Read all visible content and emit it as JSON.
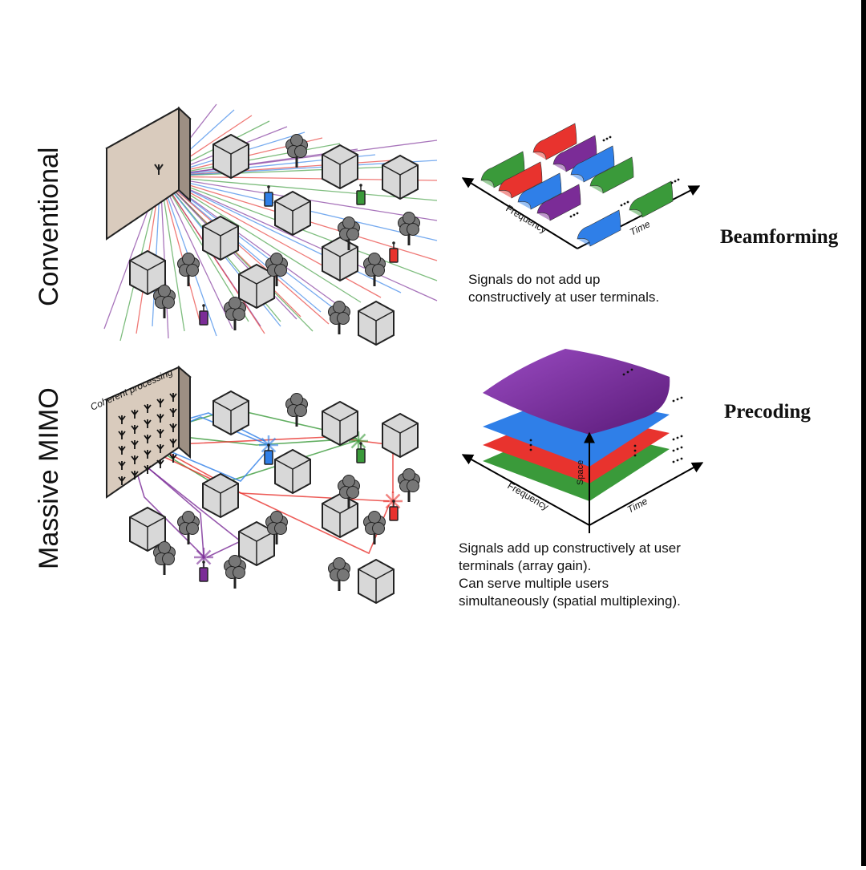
{
  "rows": {
    "conventional": {
      "label": "Conventional",
      "heading": "Beamforming",
      "caption": [
        "Signals do not add up",
        "constructively at user terminals."
      ]
    },
    "massive": {
      "label": "Massive MIMO",
      "array_label": "Coherent processing",
      "heading": "Precoding",
      "caption": [
        "Signals add up constructively at user",
        "terminals (array gain).",
        "Can serve multiple users",
        "simultaneously (spatial multiplexing)."
      ]
    }
  },
  "axes": {
    "frequency": "Frequency",
    "time": "Time",
    "space": "Space"
  },
  "colors": {
    "red": "#e8332e",
    "green": "#3a9a3a",
    "blue": "#2f7fe8",
    "purple": "#7b2c97",
    "house_fill": "#d8d8d8",
    "tree_fill": "#777777",
    "array_fill": "#d9cbbd"
  },
  "icons": [
    "antenna-array-icon",
    "house-icon",
    "tree-icon",
    "user-terminal-icon"
  ]
}
